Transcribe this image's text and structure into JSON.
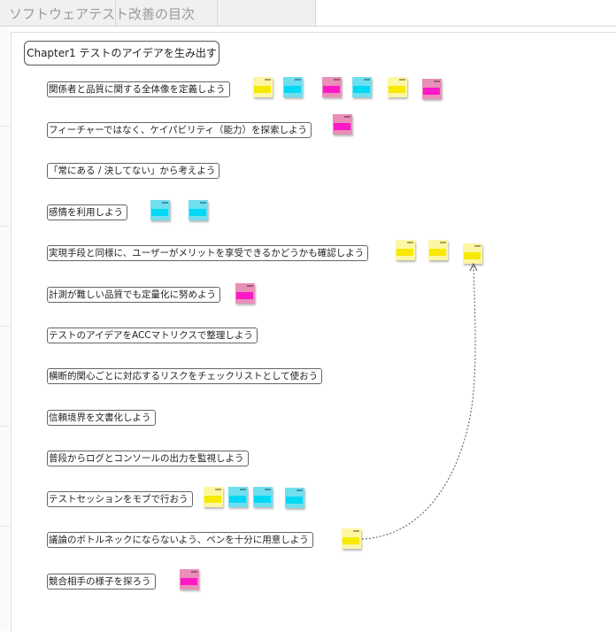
{
  "tab": {
    "title": "ソフトウェアテスト改善の目次"
  },
  "chapter": {
    "label": "Chapter1 テストのアイデアを生み出す"
  },
  "items": [
    {
      "label": "関係者と品質に関する全体像を定義しよう"
    },
    {
      "label": "フィーチャーではなく、ケイパビリティ（能力）を探索しよう"
    },
    {
      "label": "「常にある / 決してない」から考えよう"
    },
    {
      "label": "感情を利用しよう"
    },
    {
      "label": "実現手段と同様に、ユーザーがメリットを享受できるかどうかも確認しよう"
    },
    {
      "label": "計測が難しい品質でも定量化に努めよう"
    },
    {
      "label": "テストのアイデアをACCマトリクスで整理しよう"
    },
    {
      "label": "横断的関心ごとに対応するリスクをチェックリストとして使おう"
    },
    {
      "label": "信頼境界を文書化しよう"
    },
    {
      "label": "普段からログとコンソールの出力を監視しよう"
    },
    {
      "label": "テストセッションをモブで行おう"
    },
    {
      "label": "議論のボトルネックにならないよう、ペンを十分に用意しよう"
    },
    {
      "label": "競合相手の様子を探ろう"
    }
  ],
  "note_colors": {
    "yellow": "#fdf7a3",
    "cyan": "#6fdff0",
    "pink": "#e98fb8"
  },
  "notes_per_item": [
    [
      "yellow",
      "cyan",
      "pink",
      "cyan",
      "yellow",
      "pink"
    ],
    [
      "pink"
    ],
    [],
    [
      "cyan",
      "cyan"
    ],
    [
      "yellow",
      "yellow",
      "yellow"
    ],
    [
      "pink"
    ],
    [],
    [],
    [],
    [],
    [
      "yellow",
      "cyan",
      "cyan",
      "cyan"
    ],
    [
      "yellow"
    ],
    [
      "pink"
    ]
  ]
}
